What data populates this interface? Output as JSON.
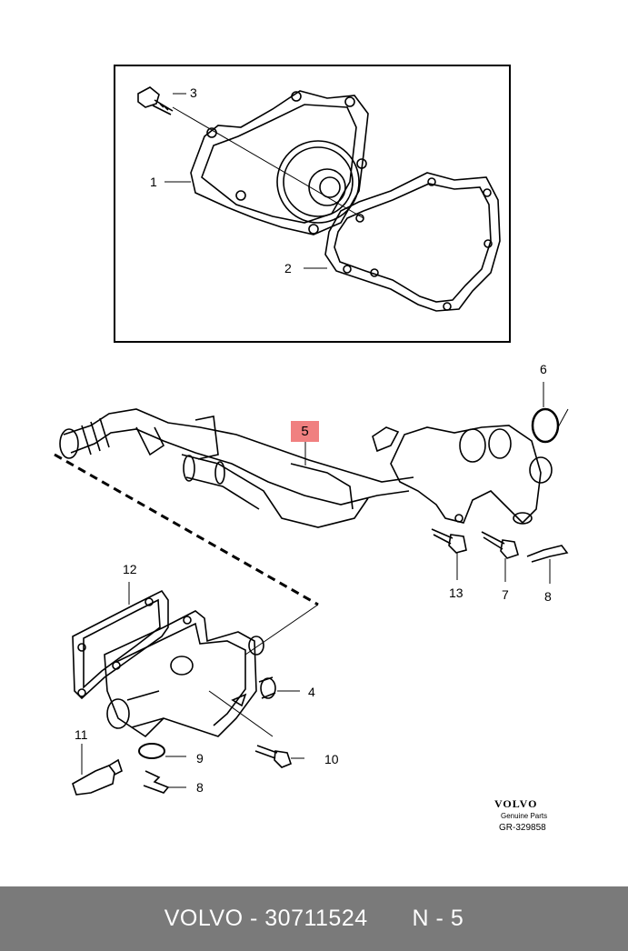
{
  "callouts": {
    "c1": "1",
    "c2": "2",
    "c3": "3",
    "c6": "6",
    "c5": "5",
    "c13": "13",
    "c7a": "7",
    "c8a": "8",
    "c12": "12",
    "c4": "4",
    "c11": "11",
    "c9": "9",
    "c10": "10",
    "c8b": "8"
  },
  "brand": {
    "name": "VOLVO",
    "subtitle": "Genuine Parts",
    "ref": "GR-329858"
  },
  "footer": {
    "part": "VOLVO - 30711524",
    "position": "N - 5"
  },
  "highlight_color": "#f08080"
}
